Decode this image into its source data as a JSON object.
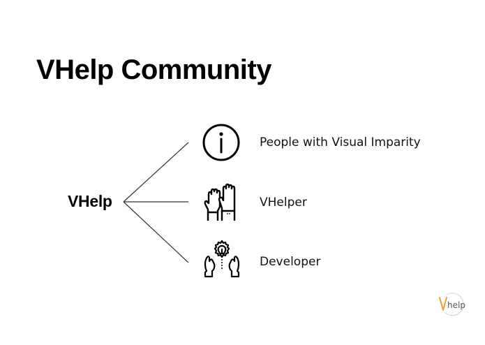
{
  "page": {
    "title": "VHelp Community"
  },
  "diagram": {
    "root": {
      "label": "VHelp"
    },
    "branches": [
      {
        "label": "People with Visual Imparity",
        "icon": "info-circle-icon"
      },
      {
        "label": "VHelper",
        "icon": "raised-hands-icon"
      },
      {
        "label": "Developer",
        "icon": "hands-lightbulb-gear-icon"
      }
    ],
    "line_color": "#333333"
  },
  "logo": {
    "letter": "V",
    "text": "help",
    "accent_color": "#F0A030",
    "text_color": "#555555",
    "ring_color": "#cccccc"
  }
}
